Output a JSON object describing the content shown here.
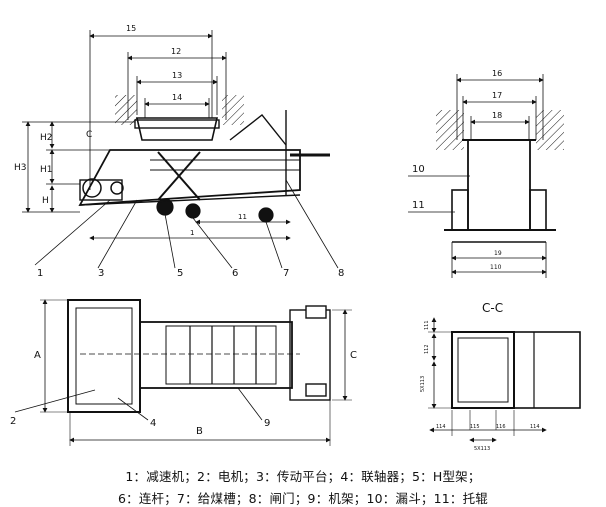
{
  "side_view": {
    "dims": {
      "d15": "15",
      "d12": "12",
      "d13": "13",
      "d14": "14",
      "h": "H",
      "h1": "H1",
      "h2": "H2",
      "h3": "H3",
      "c": "C",
      "d11": "11",
      "d1": "1"
    },
    "callouts": [
      "1",
      "3",
      "5",
      "6",
      "7",
      "8"
    ]
  },
  "end_view": {
    "dims": {
      "d16": "16",
      "d17": "17",
      "d18": "18",
      "d19": "19",
      "d110": "110"
    },
    "callouts": [
      "10",
      "11"
    ]
  },
  "plan_view": {
    "dims": {
      "a": "A",
      "b": "B",
      "c": "C"
    },
    "callouts": [
      "2",
      "4",
      "9"
    ]
  },
  "section_view": {
    "title": "C-C",
    "dims": {
      "d111": "111",
      "d112": "112",
      "d113": "5X113",
      "d114a": "114",
      "d115": "115",
      "d116": "116",
      "d114b": "114",
      "d5x113": "5X113"
    }
  },
  "legend": {
    "line1": "1：减速机；2：电机；3：传动平台；4：联轴器；5：H型架；",
    "line2": "6：连杆；7：给煤槽；8：闸门；9：机架；10：漏斗；11：托辊"
  }
}
